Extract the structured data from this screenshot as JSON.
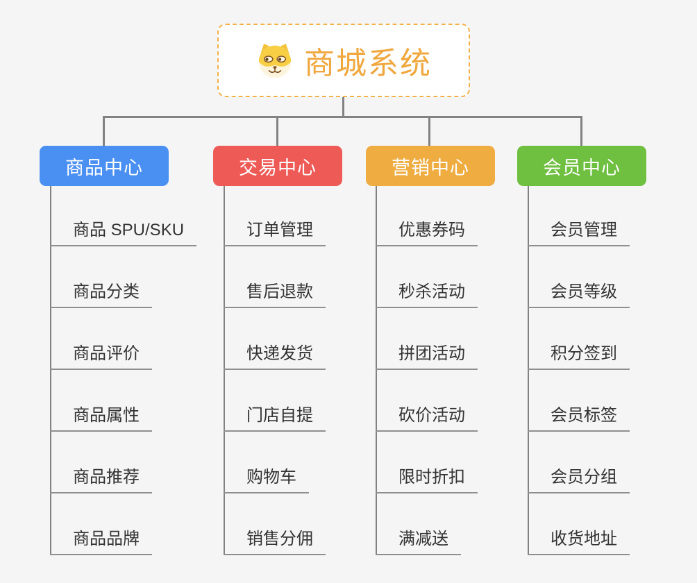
{
  "colors": {
    "canvas_bg": "#f5f5f5",
    "line": "#828282",
    "underline": "#8f8f8f",
    "leaf_text": "#333333",
    "root_title": "#f0a73e",
    "root_border": "#f3b14d",
    "branch_text": "#ffffff"
  },
  "root": {
    "title": "商城系统",
    "icon": "dog-face-icon"
  },
  "branches": [
    {
      "label": "商品中心",
      "color": "#4a90f2",
      "items": [
        "商品 SPU/SKU",
        "商品分类",
        "商品评价",
        "商品属性",
        "商品推荐",
        "商品品牌"
      ]
    },
    {
      "label": "交易中心",
      "color": "#ee5a55",
      "items": [
        "订单管理",
        "售后退款",
        "快递发货",
        "门店自提",
        "购物车",
        "销售分佣"
      ]
    },
    {
      "label": "营销中心",
      "color": "#efac41",
      "items": [
        "优惠券码",
        "秒杀活动",
        "拼团活动",
        "砍价活动",
        "限时折扣",
        "满减送"
      ]
    },
    {
      "label": "会员中心",
      "color": "#6fbf40",
      "items": [
        "会员管理",
        "会员等级",
        "积分签到",
        "会员标签",
        "会员分组",
        "收货地址"
      ]
    }
  ]
}
